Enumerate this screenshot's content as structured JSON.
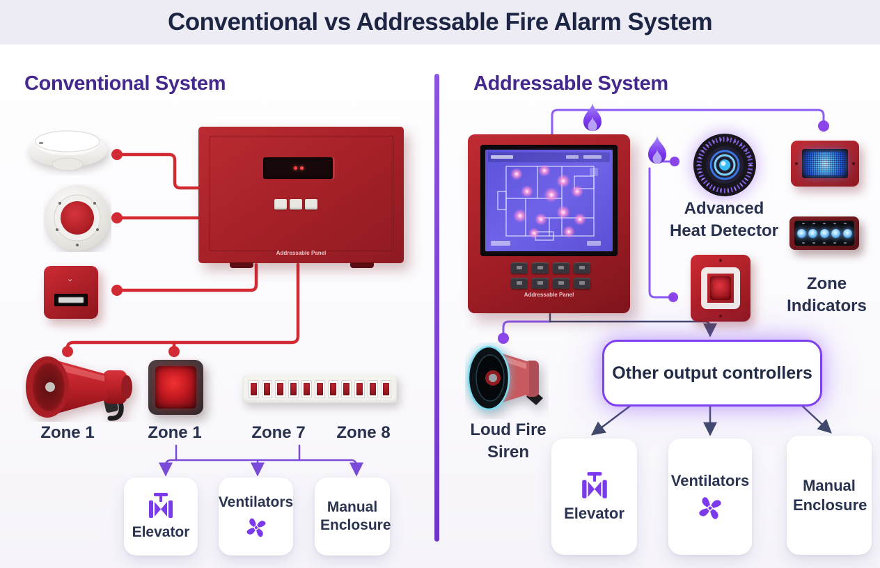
{
  "title": "Conventional vs Addressable Fire Alarm System",
  "conventional": {
    "heading": "Conventional System",
    "panel_label": "Addressable Panel",
    "zone_labels": {
      "siren": "Zone 1",
      "strobe": "Zone 1",
      "strip_left": "Zone 7",
      "strip_right": "Zone 8"
    },
    "outputs": [
      {
        "label": "Elevator",
        "icon": "valve-icon"
      },
      {
        "label": "Ventilators",
        "icon": "fan-icon"
      },
      {
        "label": "Manual Enclosure",
        "icon": ""
      }
    ]
  },
  "addressable": {
    "heading": "Addressable System",
    "panel_label": "Addressable Panel",
    "heat_detector_label": "Advanced Heat Detector",
    "zone_indicators_label": "Zone Indicators",
    "siren_label": "Loud Fire Siren",
    "controller_box_label": "Other output controllers",
    "outputs": [
      {
        "label": "Elevator",
        "icon": "valve-icon"
      },
      {
        "label": "Ventilators",
        "icon": "fan-icon"
      },
      {
        "label": "Manual Enclosure",
        "icon": ""
      }
    ]
  },
  "colors": {
    "accent_purple": "#6d3bd8",
    "wire_red": "#d22b33",
    "wire_purple": "#8b5cf6",
    "wire_navy": "#414a6b",
    "heading_purple": "#44288e",
    "text_navy": "#28314e",
    "panel_red": "#b02730",
    "title_bg": "#edecf4",
    "title_text": "#1d2544"
  }
}
